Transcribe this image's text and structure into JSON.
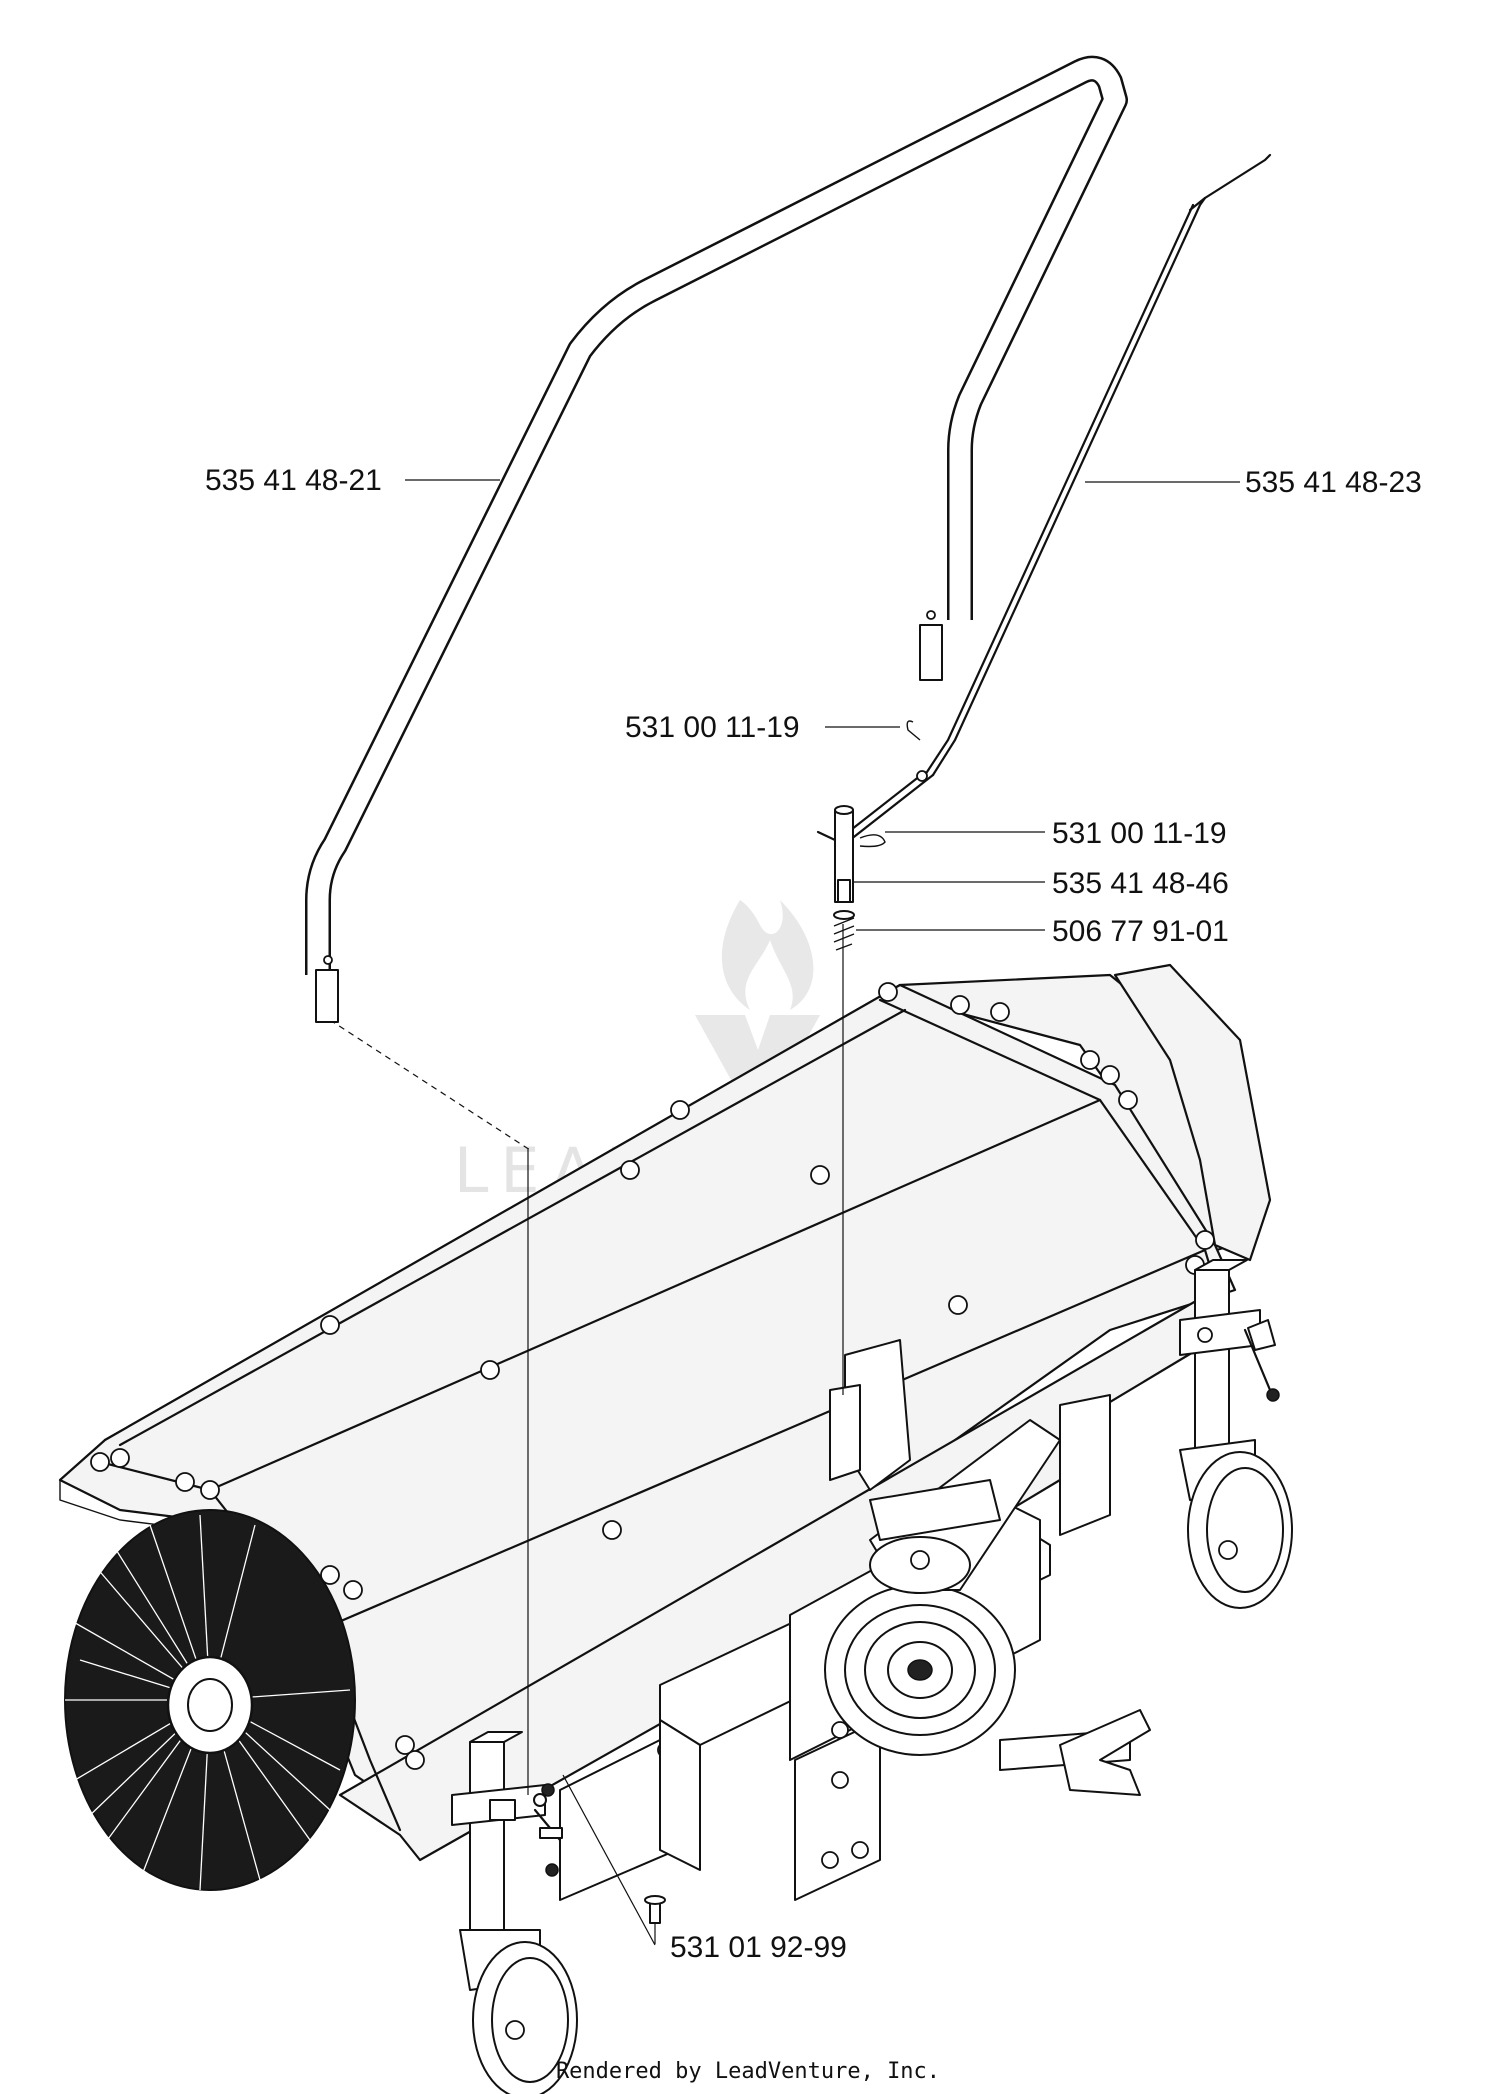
{
  "diagram": {
    "callouts": [
      {
        "id": "handle",
        "part_number": "535 41 48-21"
      },
      {
        "id": "rod",
        "part_number": "535 41 48-23"
      },
      {
        "id": "clip-upper",
        "part_number": "531 00 11-19"
      },
      {
        "id": "clip-lower",
        "part_number": "531 00 11-19"
      },
      {
        "id": "pin",
        "part_number": "535 41 48-46"
      },
      {
        "id": "spring",
        "part_number": "506 77 91-01"
      },
      {
        "id": "bolt",
        "part_number": "531 01 92-99"
      }
    ],
    "watermark": "LEADVENTURE",
    "footer": "Rendered by LeadVenture, Inc."
  }
}
